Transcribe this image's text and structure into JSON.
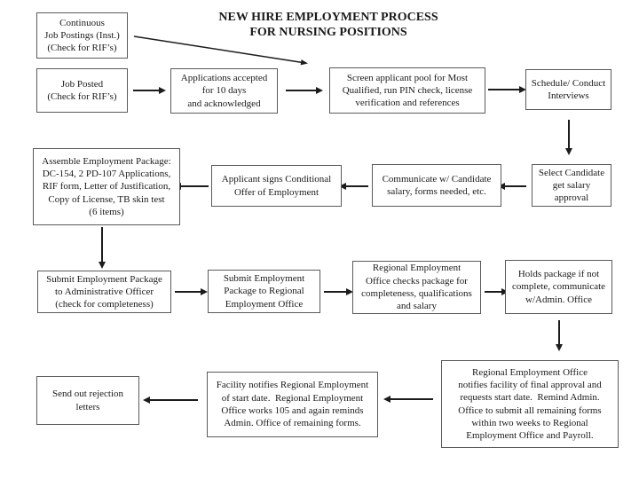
{
  "title": {
    "text": "NEW HIRE EMPLOYMENT PROCESS\nFOR NURSING POSITIONS"
  },
  "boxes": {
    "continuous_postings": {
      "text": "Continuous\nJob Postings (Inst.)\n(Check for RIF’s)"
    },
    "job_posted": {
      "text": "Job Posted\n(Check for RIF’s)"
    },
    "applications_accepted": {
      "text": "Applications accepted\nfor 10 days\nand acknowledged"
    },
    "screen_pool": {
      "text": "Screen applicant pool for Most\nQualified, run PIN check, license\nverification and references"
    },
    "schedule_interviews": {
      "text": "Schedule/ Conduct\nInterviews"
    },
    "select_candidate": {
      "text": "Select Candidate\nget salary\napproval"
    },
    "communicate_candidate": {
      "text": "Communicate w/ Candidate\nsalary, forms needed, etc."
    },
    "applicant_signs": {
      "text": "Applicant signs Conditional\nOffer of Employment"
    },
    "assemble_package": {
      "text": "Assemble Employment Package:\nDC-154, 2 PD-107 Applications,\nRIF form, Letter of Justification,\nCopy of License, TB skin test\n(6 items)"
    },
    "submit_admin": {
      "text": "Submit Employment Package\nto Administrative Officer\n(check for completeness)"
    },
    "submit_regional": {
      "text": "Submit Employment\nPackage to Regional\nEmployment Office"
    },
    "regional_checks": {
      "text": "Regional Employment\nOffice checks package for\ncompleteness, qualifications\nand salary"
    },
    "holds_package": {
      "text": "Holds package if not\ncomplete, communicate\nw/Admin. Office"
    },
    "regional_notifies": {
      "text": "Regional Employment Office\nnotifies facility of final approval and\nrequests start date.  Remind Admin.\nOffice to submit all remaining forms\nwithin two weeks to Regional\nEmployment Office and Payroll."
    },
    "facility_notifies": {
      "text": "Facility notifies Regional Employment\nof start date.  Regional Employment\nOffice works 105 and again reminds\nAdmin. Office of remaining forms."
    },
    "rejection_letters": {
      "text": "Send out rejection\nletters"
    }
  },
  "colors": {
    "box_border": "#5a5a5a",
    "arrow": "#1c1c1c",
    "text": "#1a1a1a",
    "background": "#ffffff"
  }
}
